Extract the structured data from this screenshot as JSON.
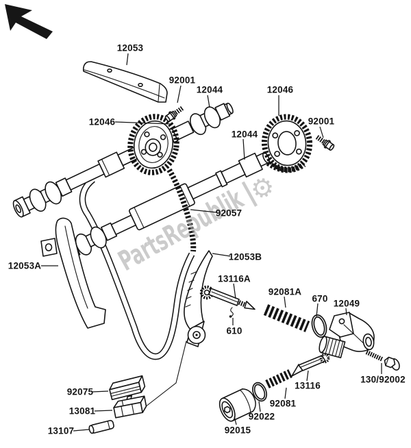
{
  "page": {
    "background": "#ffffff",
    "ink": "#141414"
  },
  "watermark": {
    "text": "PartsRepublik",
    "separator": "|",
    "color": "#a9a9a9"
  },
  "labels": {
    "p12053": "12053",
    "p92001_left": "92001",
    "p12044_top": "12044",
    "p12046_right": "12046",
    "p92001_right": "92001",
    "p12046_left": "12046",
    "p12044_mid": "12044",
    "p92057": "92057",
    "p12053a": "12053A",
    "p12053b": "12053B",
    "p13116a": "13116A",
    "p92081a": "92081A",
    "p670": "670",
    "p12049": "12049",
    "p610": "610",
    "p130_92002": "130/92002",
    "p13116": "13116",
    "p92081": "92081",
    "p92022": "92022",
    "p92015": "92015",
    "p92075": "92075",
    "p13081": "13081",
    "p13107": "13107"
  }
}
